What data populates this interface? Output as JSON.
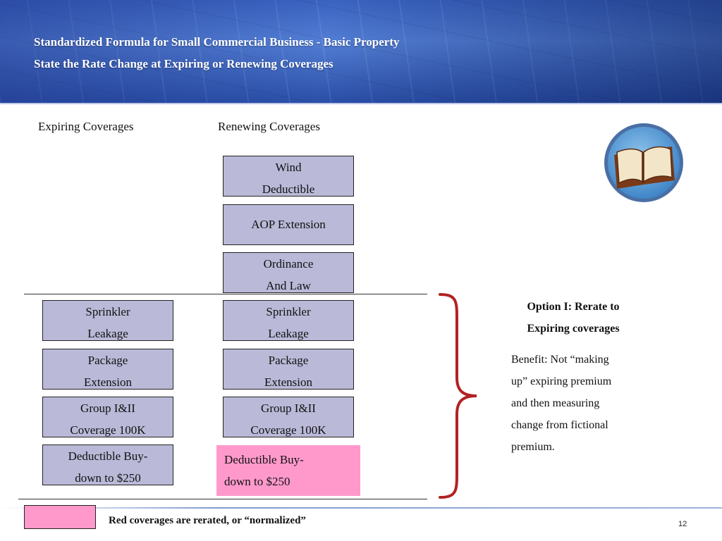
{
  "header": {
    "title_line1": "Standardized Formula for Small Commercial Business - Basic Property",
    "title_line2": "State the Rate Change at Expiring or Renewing Coverages"
  },
  "columns": {
    "expiring_heading": "Expiring Coverages",
    "renewing_heading": "Renewing Coverages"
  },
  "renewing_only": [
    {
      "line1": "Wind",
      "line2": "Deductible"
    },
    {
      "line1": "AOP Extension",
      "line2": ""
    },
    {
      "line1": "Ordinance",
      "line2": "And Law"
    }
  ],
  "expiring": [
    {
      "line1": "Sprinkler",
      "line2": "Leakage"
    },
    {
      "line1": "Package",
      "line2": "Extension"
    },
    {
      "line1": "Group I&II",
      "line2": "Coverage 100K"
    },
    {
      "line1": "Deductible Buy-",
      "line2": "down to $250"
    }
  ],
  "renewing": [
    {
      "line1": "Sprinkler",
      "line2": "Leakage"
    },
    {
      "line1": "Package",
      "line2": "Extension"
    },
    {
      "line1": "Group I&II",
      "line2": "Coverage 100K"
    },
    {
      "line1": "Deductible Buy-",
      "line2": "down to $250",
      "highlight": true
    }
  ],
  "option": {
    "title_line1": "Option I: Rerate to",
    "title_line2": "Expiring coverages",
    "benefit_lines": [
      "Benefit: Not “making",
      "up” expiring premium",
      "and then measuring",
      "change from fictional",
      "premium."
    ]
  },
  "legend": {
    "text": "Red coverages are rerated, or “normalized”",
    "swatch_color": "#ff99cc"
  },
  "colors": {
    "box_fill": "#bab9d8",
    "highlight_fill": "#ff99cc",
    "brace": "#b22222"
  },
  "icons": {
    "book": "open-book-icon",
    "brace": "right-curly-brace"
  },
  "page_number": "12"
}
